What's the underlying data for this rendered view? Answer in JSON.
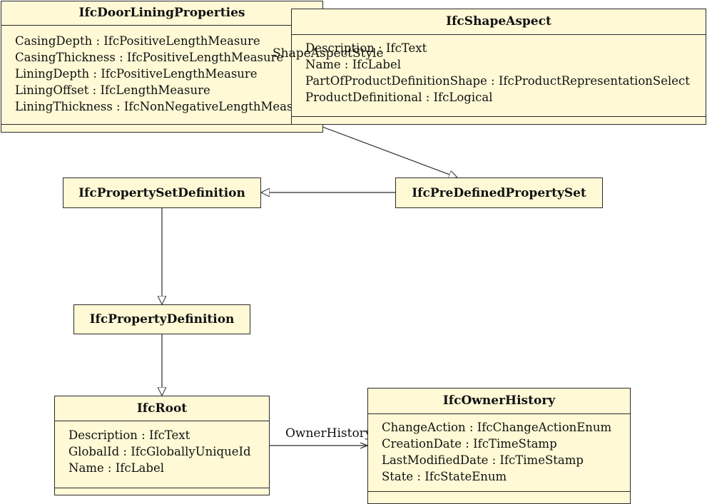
{
  "classes": {
    "door_lining": {
      "name": "IfcDoorLiningProperties",
      "attributes": [
        "CasingDepth : IfcPositiveLengthMeasure",
        "CasingThickness : IfcPositiveLengthMeasure",
        "LiningDepth : IfcPositiveLengthMeasure",
        "LiningOffset : IfcLengthMeasure",
        "LiningThickness : IfcNonNegativeLengthMeasure"
      ]
    },
    "shape_aspect": {
      "name": "IfcShapeAspect",
      "attributes": [
        "Description : IfcText",
        "Name : IfcLabel",
        "PartOfProductDefinitionShape : IfcProductRepresentationSelect",
        "ProductDefinitional : IfcLogical"
      ]
    },
    "property_set_definition": {
      "name": "IfcPropertySetDefinition"
    },
    "predefined_property_set": {
      "name": "IfcPreDefinedPropertySet"
    },
    "property_definition": {
      "name": "IfcPropertyDefinition"
    },
    "root": {
      "name": "IfcRoot",
      "attributes": [
        "Description : IfcText",
        "GlobalId : IfcGloballyUniqueId",
        "Name : IfcLabel"
      ]
    },
    "owner_history": {
      "name": "IfcOwnerHistory",
      "attributes": [
        "ChangeAction : IfcChangeActionEnum",
        "CreationDate : IfcTimeStamp",
        "LastModifiedDate : IfcTimeStamp",
        "State : IfcStateEnum"
      ]
    }
  },
  "relations": {
    "shape_aspect_style": "ShapeAspectStyle",
    "owner_history": "OwnerHistory"
  },
  "colors": {
    "box_fill": "#fff9d6",
    "line": "#2b2b2b"
  }
}
